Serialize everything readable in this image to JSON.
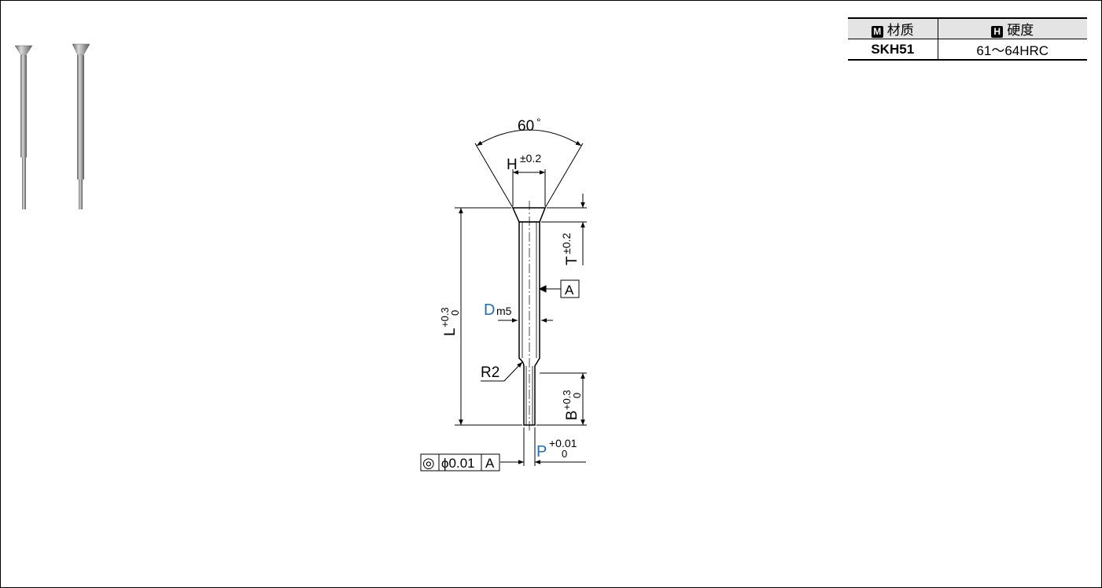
{
  "table": {
    "headers": [
      {
        "badge": "M",
        "label": "材质"
      },
      {
        "badge": "H",
        "label": "硬度"
      }
    ],
    "rows": [
      [
        "SKH51",
        "61～64HRC"
      ]
    ]
  },
  "drawing": {
    "angle": "60",
    "angle_unit": "°",
    "H": "H",
    "H_tol": "±0.2",
    "T": "T",
    "T_tol": "±0.2",
    "L": "L",
    "L_tol_upper": "+0.3",
    "L_tol_lower": "0",
    "D": "D",
    "D_fit": "m5",
    "datum": "A",
    "R": "R2",
    "B": "B",
    "B_tol_upper": "+0.3",
    "B_tol_lower": "0",
    "P": "P",
    "P_tol_upper": "+0.01",
    "P_tol_lower": "0",
    "concentricity_symbol": "◎",
    "concentricity_value": "ϕ0.01",
    "concentricity_datum": "A"
  },
  "colors": {
    "accent_blue": "#1a6fc4",
    "line": "#000000",
    "metal": "#9a9a9a"
  }
}
